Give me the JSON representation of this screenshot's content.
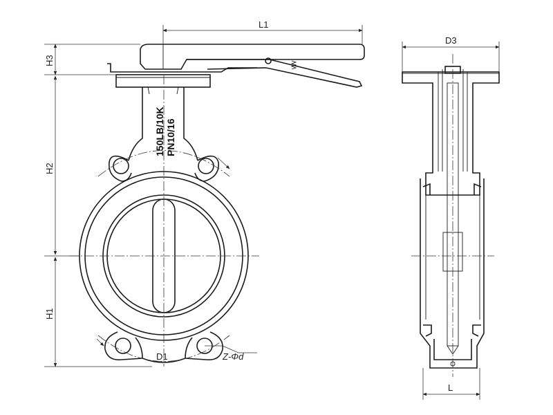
{
  "dimensions": {
    "L1": "L1",
    "H3": "H3",
    "H2": "H2",
    "H1": "H1",
    "D3": "D3",
    "D1": "D1",
    "L": "L",
    "bolt": "Z-Φd"
  },
  "body_marking": {
    "line1": "150LB/10K",
    "line2": "PN10/16"
  },
  "colors": {
    "line": "#1a1a1a",
    "background": "#ffffff"
  }
}
